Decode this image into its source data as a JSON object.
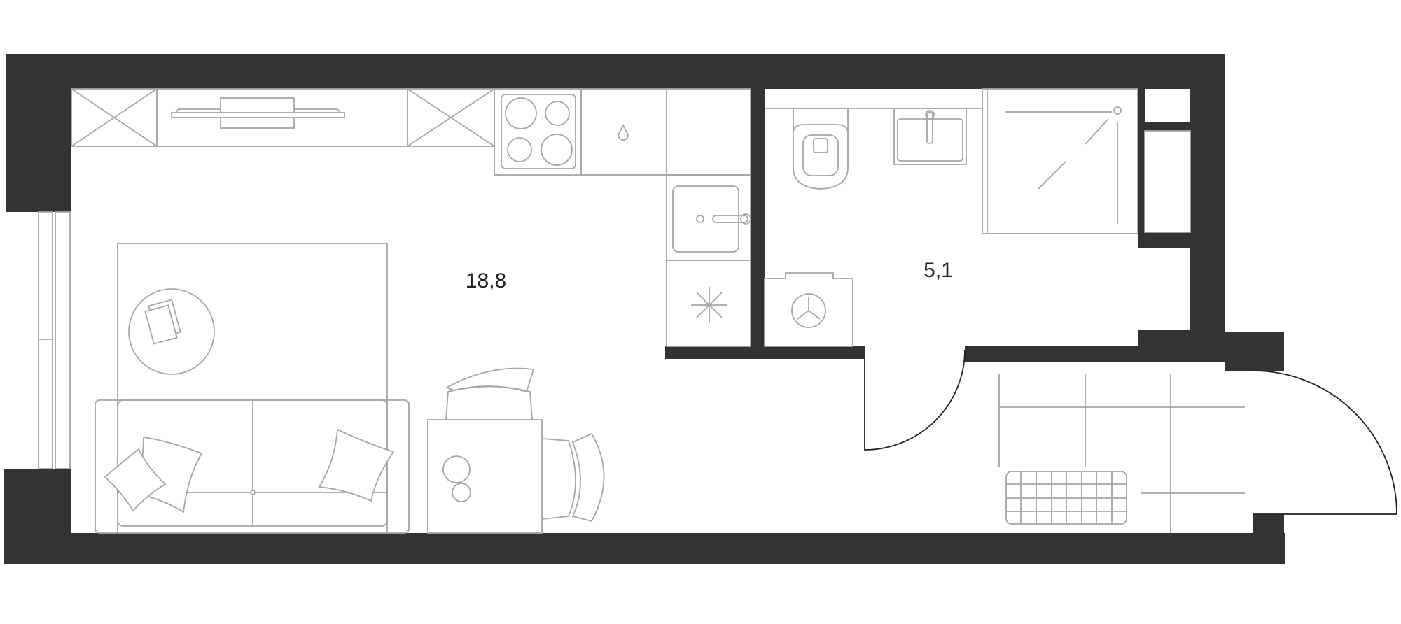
{
  "rooms": [
    {
      "id": "studio",
      "area": "18,8"
    },
    {
      "id": "bathroom",
      "area": "5,1"
    }
  ],
  "colors": {
    "wall": "#333333",
    "furniture_stroke": "#a6a6a6",
    "door_stroke": "#222222",
    "label": "#222222",
    "background": "#ffffff"
  }
}
